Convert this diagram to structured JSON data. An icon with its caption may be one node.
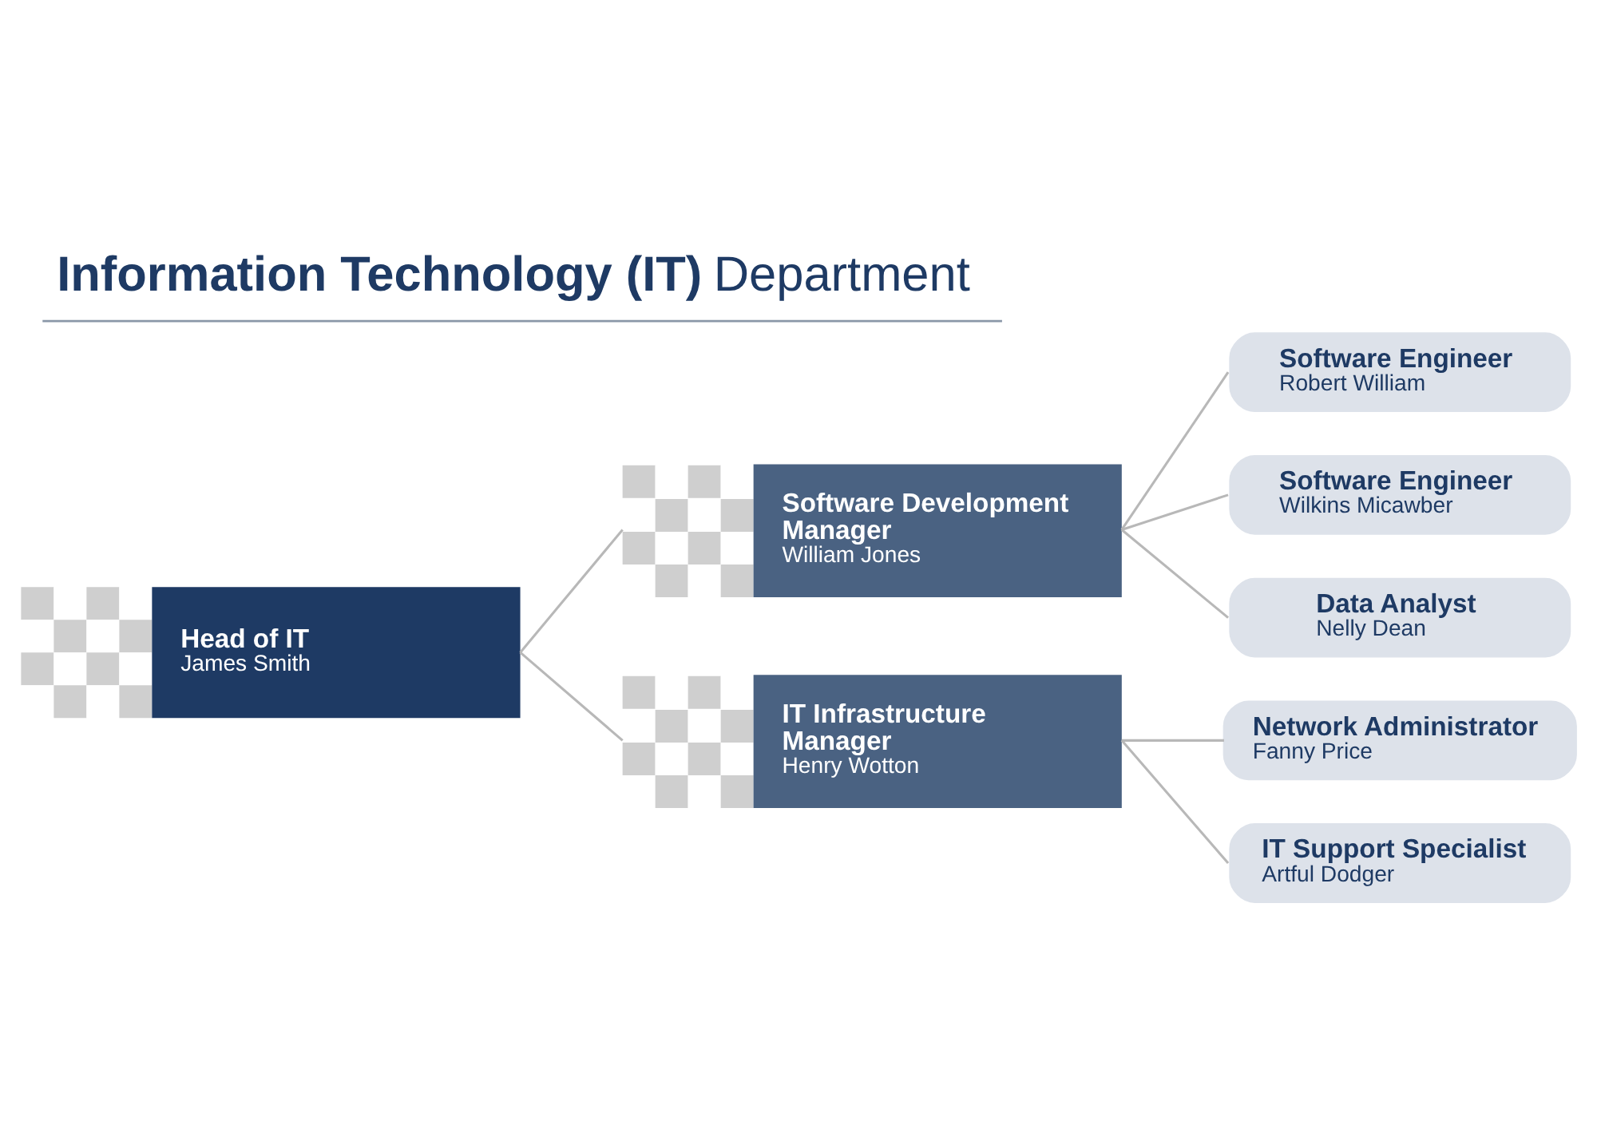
{
  "diagram": {
    "title": "**Information Technology (IT)** Department",
    "nodes": [
      {
        "text": [
          "Head of IT",
          "James Smith"
        ]
      },
      {
        "text": [
          "Software Development Manager",
          "William Jones"
        ]
      },
      {
        "text": [
          "Software Engineer",
          "Robert William"
        ]
      },
      {
        "text": [
          "Software Engineer",
          "Wilkins Micawber"
        ]
      },
      {
        "text": [
          "Data Analyst",
          "Nelly Dean"
        ]
      },
      {
        "text": [
          "IT Infrastructure Manager",
          "Henry Wotton"
        ]
      },
      {
        "text": [
          "Network Administrator",
          "Fanny Price"
        ]
      },
      {
        "text": [
          "IT Support Specialist",
          "Artful Dodger"
        ]
      }
    ],
    "edges": [
      {
        "from": 0,
        "to": 1,
        "arrow": "none"
      },
      {
        "from": 0,
        "to": 5,
        "arrow": "none"
      },
      {
        "from": 1,
        "to": 2,
        "arrow": "none"
      },
      {
        "from": 1,
        "to": 3,
        "arrow": "none"
      },
      {
        "from": 1,
        "to": 4,
        "arrow": "none"
      },
      {
        "from": 5,
        "to": 6,
        "arrow": "none"
      },
      {
        "from": 5,
        "to": 7,
        "arrow": "none"
      }
    ]
  }
}
